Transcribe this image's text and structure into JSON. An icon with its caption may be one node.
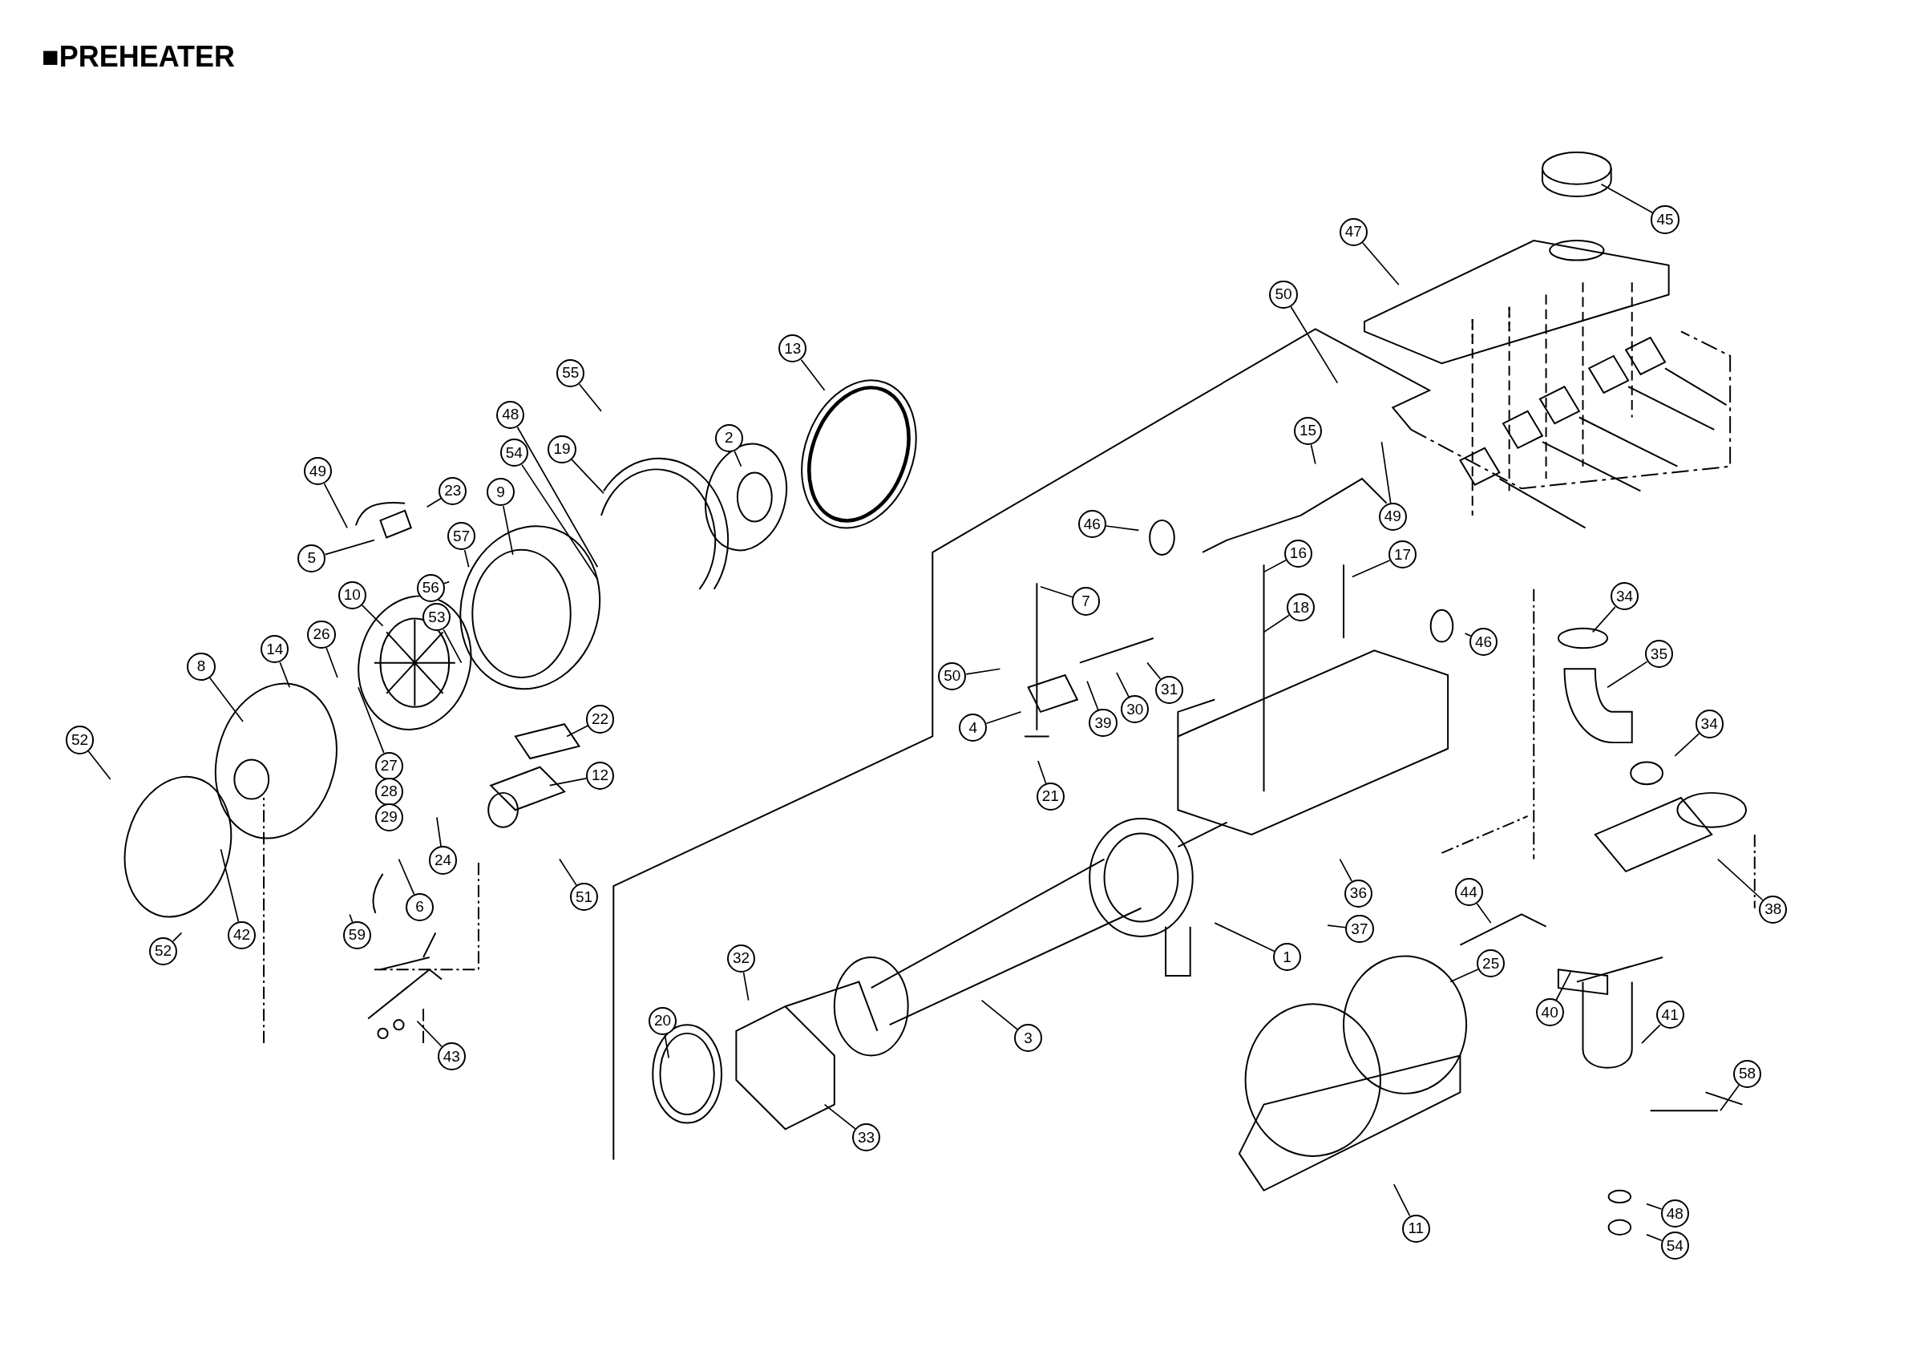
{
  "diagram": {
    "title": "■PREHEATER",
    "nodes": [
      {
        "text": [
          "45"
        ]
      },
      {
        "text": [
          "47"
        ]
      },
      {
        "text": [
          "50"
        ]
      },
      {
        "text": [
          "13"
        ]
      },
      {
        "text": [
          "55"
        ]
      },
      {
        "text": [
          "48"
        ]
      },
      {
        "text": [
          "2"
        ]
      },
      {
        "text": [
          "15"
        ]
      },
      {
        "text": [
          "19"
        ]
      },
      {
        "text": [
          "54"
        ]
      },
      {
        "text": [
          "49"
        ]
      },
      {
        "text": [
          "23"
        ]
      },
      {
        "text": [
          "9"
        ]
      },
      {
        "text": [
          "49"
        ]
      },
      {
        "text": [
          "46"
        ]
      },
      {
        "text": [
          "16"
        ]
      },
      {
        "text": [
          "17"
        ]
      },
      {
        "text": [
          "57"
        ]
      },
      {
        "text": [
          "5"
        ]
      },
      {
        "text": [
          "56"
        ]
      },
      {
        "text": [
          "10"
        ]
      },
      {
        "text": [
          "7"
        ]
      },
      {
        "text": [
          "34"
        ]
      },
      {
        "text": [
          "18"
        ]
      },
      {
        "text": [
          "53"
        ]
      },
      {
        "text": [
          "26"
        ]
      },
      {
        "text": [
          "46"
        ]
      },
      {
        "text": [
          "14"
        ]
      },
      {
        "text": [
          "35"
        ]
      },
      {
        "text": [
          "8"
        ]
      },
      {
        "text": [
          "50"
        ]
      },
      {
        "text": [
          "31"
        ]
      },
      {
        "text": [
          "30"
        ]
      },
      {
        "text": [
          "22"
        ]
      },
      {
        "text": [
          "39"
        ]
      },
      {
        "text": [
          "34"
        ]
      },
      {
        "text": [
          "4"
        ]
      },
      {
        "text": [
          "52"
        ]
      },
      {
        "text": [
          "27"
        ]
      },
      {
        "text": [
          "28"
        ]
      },
      {
        "text": [
          "29"
        ]
      },
      {
        "text": [
          "12"
        ]
      },
      {
        "text": [
          "21"
        ]
      },
      {
        "text": [
          "24"
        ]
      },
      {
        "text": [
          "51"
        ]
      },
      {
        "text": [
          "36"
        ]
      },
      {
        "text": [
          "44"
        ]
      },
      {
        "text": [
          "38"
        ]
      },
      {
        "text": [
          "6"
        ]
      },
      {
        "text": [
          "37"
        ]
      },
      {
        "text": [
          "59"
        ]
      },
      {
        "text": [
          "42"
        ]
      },
      {
        "text": [
          "52"
        ]
      },
      {
        "text": [
          "1"
        ]
      },
      {
        "text": [
          "32"
        ]
      },
      {
        "text": [
          "25"
        ]
      },
      {
        "text": [
          "40"
        ]
      },
      {
        "text": [
          "41"
        ]
      },
      {
        "text": [
          "3"
        ]
      },
      {
        "text": [
          "20"
        ]
      },
      {
        "text": [
          "43"
        ]
      },
      {
        "text": [
          "58"
        ]
      },
      {
        "text": [
          "33"
        ]
      },
      {
        "text": [
          "48"
        ]
      },
      {
        "text": [
          "11"
        ]
      },
      {
        "text": [
          "54"
        ]
      }
    ],
    "edges": [
      {
        "from": 0,
        "to": null,
        "arrow": "none"
      },
      {
        "from": 1,
        "to": null,
        "arrow": "none"
      },
      {
        "from": 2,
        "to": null,
        "arrow": "none"
      },
      {
        "from": 3,
        "to": null,
        "arrow": "none"
      },
      {
        "from": 4,
        "to": null,
        "arrow": "none"
      },
      {
        "from": 5,
        "to": null,
        "arrow": "none"
      },
      {
        "from": 6,
        "to": null,
        "arrow": "none"
      },
      {
        "from": 7,
        "to": null,
        "arrow": "none"
      },
      {
        "from": 8,
        "to": null,
        "arrow": "none"
      },
      {
        "from": 9,
        "to": null,
        "arrow": "none"
      },
      {
        "from": 10,
        "to": null,
        "arrow": "none"
      },
      {
        "from": 11,
        "to": null,
        "arrow": "none"
      },
      {
        "from": 12,
        "to": null,
        "arrow": "none"
      },
      {
        "from": 13,
        "to": null,
        "arrow": "none"
      },
      {
        "from": 14,
        "to": null,
        "arrow": "none"
      },
      {
        "from": 15,
        "to": null,
        "arrow": "none"
      },
      {
        "from": 16,
        "to": null,
        "arrow": "none"
      },
      {
        "from": 17,
        "to": null,
        "arrow": "none"
      },
      {
        "from": 18,
        "to": null,
        "arrow": "none"
      },
      {
        "from": 19,
        "to": null,
        "arrow": "none"
      },
      {
        "from": 20,
        "to": null,
        "arrow": "none"
      },
      {
        "from": 21,
        "to": null,
        "arrow": "none"
      },
      {
        "from": 22,
        "to": null,
        "arrow": "none"
      },
      {
        "from": 23,
        "to": null,
        "arrow": "none"
      },
      {
        "from": 24,
        "to": null,
        "arrow": "none"
      },
      {
        "from": 25,
        "to": null,
        "arrow": "none"
      },
      {
        "from": 26,
        "to": null,
        "arrow": "none"
      },
      {
        "from": 27,
        "to": null,
        "arrow": "none"
      },
      {
        "from": 28,
        "to": null,
        "arrow": "none"
      },
      {
        "from": 29,
        "to": null,
        "arrow": "none"
      },
      {
        "from": 30,
        "to": null,
        "arrow": "none"
      },
      {
        "from": 31,
        "to": null,
        "arrow": "none"
      },
      {
        "from": 32,
        "to": null,
        "arrow": "none"
      },
      {
        "from": 33,
        "to": null,
        "arrow": "none"
      },
      {
        "from": 34,
        "to": null,
        "arrow": "none"
      },
      {
        "from": 35,
        "to": null,
        "arrow": "none"
      },
      {
        "from": 36,
        "to": null,
        "arrow": "none"
      },
      {
        "from": 37,
        "to": null,
        "arrow": "none"
      },
      {
        "from": 38,
        "to": null,
        "arrow": "none"
      },
      {
        "from": 41,
        "to": null,
        "arrow": "none"
      },
      {
        "from": 42,
        "to": null,
        "arrow": "none"
      },
      {
        "from": 43,
        "to": null,
        "arrow": "none"
      },
      {
        "from": 44,
        "to": null,
        "arrow": "none"
      },
      {
        "from": 45,
        "to": null,
        "arrow": "none"
      },
      {
        "from": 46,
        "to": null,
        "arrow": "none"
      },
      {
        "from": 47,
        "to": null,
        "arrow": "none"
      },
      {
        "from": 48,
        "to": null,
        "arrow": "none"
      },
      {
        "from": 49,
        "to": null,
        "arrow": "none"
      },
      {
        "from": 50,
        "to": null,
        "arrow": "none"
      },
      {
        "from": 51,
        "to": null,
        "arrow": "none"
      },
      {
        "from": 52,
        "to": null,
        "arrow": "none"
      },
      {
        "from": 53,
        "to": null,
        "arrow": "none"
      },
      {
        "from": 54,
        "to": null,
        "arrow": "none"
      },
      {
        "from": 55,
        "to": null,
        "arrow": "none"
      },
      {
        "from": 56,
        "to": null,
        "arrow": "none"
      },
      {
        "from": 57,
        "to": null,
        "arrow": "none"
      },
      {
        "from": 58,
        "to": null,
        "arrow": "none"
      },
      {
        "from": 59,
        "to": null,
        "arrow": "none"
      },
      {
        "from": 60,
        "to": null,
        "arrow": "none"
      },
      {
        "from": 61,
        "to": null,
        "arrow": "none"
      },
      {
        "from": 62,
        "to": null,
        "arrow": "none"
      },
      {
        "from": 63,
        "to": null,
        "arrow": "none"
      },
      {
        "from": 64,
        "to": null,
        "arrow": "none"
      },
      {
        "from": 65,
        "to": null,
        "arrow": "none"
      }
    ]
  }
}
